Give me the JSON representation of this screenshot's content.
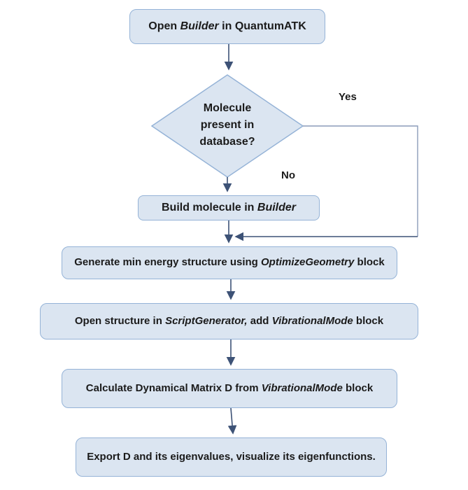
{
  "colors": {
    "box_fill": "#dbe5f1",
    "box_border": "#95b3d7",
    "arrow": "#3d5276",
    "yes_line": "#8c9cba",
    "text": "#1b1b1b"
  },
  "labels": {
    "yes": "Yes",
    "no": "No"
  },
  "nodes": {
    "open_builder": {
      "segments": [
        {
          "t": "Open "
        },
        {
          "t": "Builder",
          "i": true
        },
        {
          "t": " in QuantumATK"
        }
      ]
    },
    "decision": {
      "text": "Molecule\npresent in\ndatabase?"
    },
    "build_molecule": {
      "segments": [
        {
          "t": "Build molecule in "
        },
        {
          "t": "Builder",
          "i": true
        }
      ]
    },
    "generate_min_energy": {
      "segments": [
        {
          "t": "Generate min energy structure using "
        },
        {
          "t": "OptimizeGeometry",
          "i": true
        },
        {
          "t": " block"
        }
      ]
    },
    "open_structure": {
      "segments": [
        {
          "t": "Open structure in "
        },
        {
          "t": "ScriptGenerator,",
          "i": true
        },
        {
          "t": " add "
        },
        {
          "t": "VibrationalMode",
          "i": true
        },
        {
          "t": " block"
        }
      ]
    },
    "calculate_matrix": {
      "segments": [
        {
          "t": "Calculate Dynamical Matrix D from "
        },
        {
          "t": "VibrationalMode",
          "i": true
        },
        {
          "t": " block"
        }
      ]
    },
    "export_d": {
      "segments": [
        {
          "t": "Export D and its eigenvalues, visualize its eigenfunctions."
        }
      ]
    }
  }
}
